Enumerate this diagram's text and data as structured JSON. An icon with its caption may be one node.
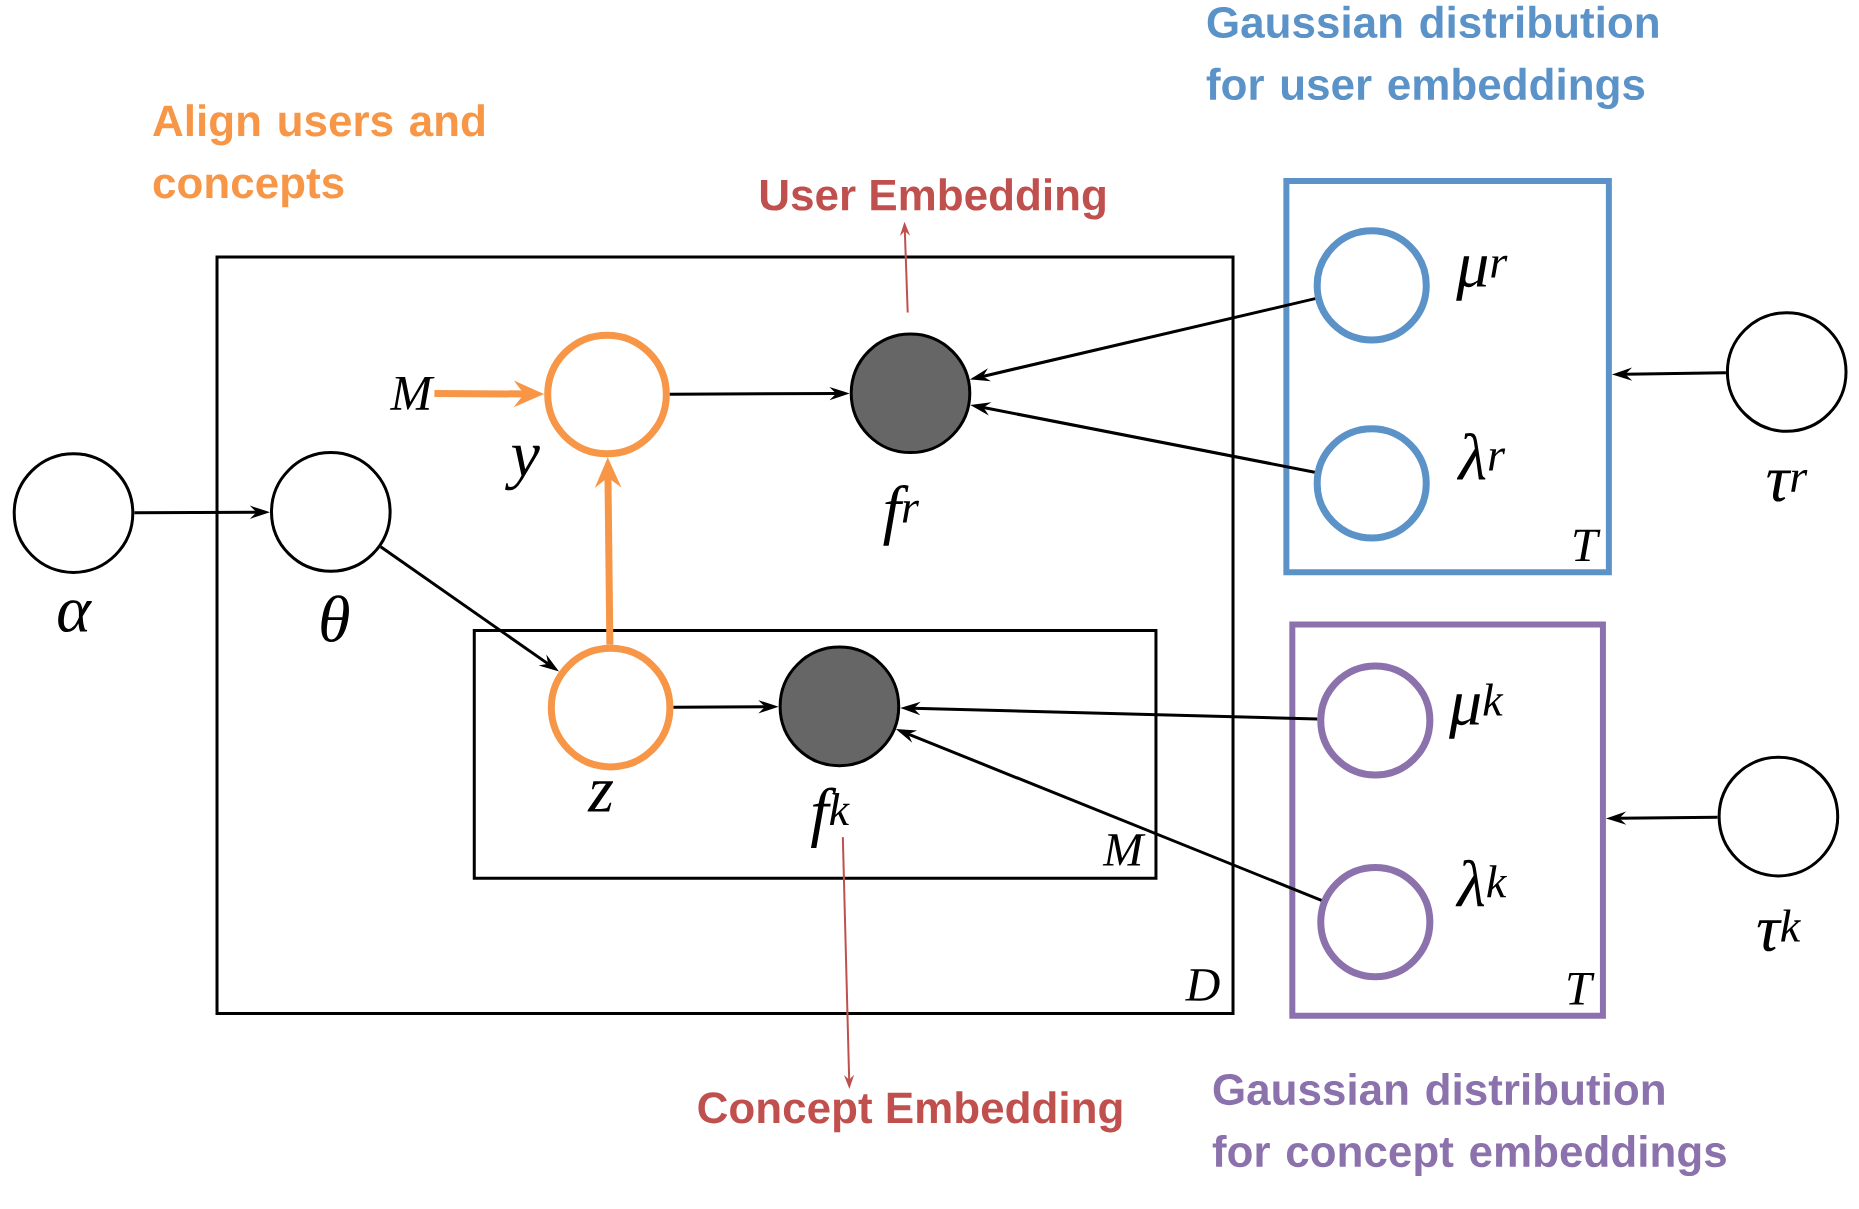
{
  "diagram": {
    "nodes": [
      {
        "text": [
          "D"
        ]
      },
      {
        "text": [
          "M"
        ],
        "in": 0
      },
      {
        "text": [
          "T"
        ]
      },
      {
        "text": [
          "T"
        ]
      },
      {
        "text": [],
        "shape": "circle",
        "beside": [
          "α"
        ]
      },
      {
        "text": [],
        "shape": "circle",
        "beside": [
          "θ"
        ],
        "in": 0
      },
      {
        "text": [
          "M"
        ],
        "in": 0
      },
      {
        "text": [],
        "shape": "circle",
        "beside": [
          "y"
        ],
        "in": 0
      },
      {
        "text": [],
        "shape": "circle",
        "beside": [
          "f$^{r}$"
        ],
        "in": 0
      },
      {
        "text": [],
        "shape": "circle",
        "beside": [
          "z"
        ],
        "in": 1
      },
      {
        "text": [],
        "shape": "circle",
        "beside": [
          "f$^{k}$"
        ],
        "in": 1
      },
      {
        "text": [],
        "shape": "circle",
        "beside": [
          "μ$^{r}$"
        ],
        "in": 2
      },
      {
        "text": [],
        "shape": "circle",
        "beside": [
          "λ$^{r}$"
        ],
        "in": 2
      },
      {
        "text": [],
        "shape": "circle",
        "beside": [
          "μ$^{k}$"
        ],
        "in": 3
      },
      {
        "text": [],
        "shape": "circle",
        "beside": [
          "λ$^{k}$"
        ],
        "in": 3
      },
      {
        "text": [],
        "shape": "circle",
        "beside": [
          "τ$^{r}$"
        ]
      },
      {
        "text": [],
        "shape": "circle",
        "beside": [
          "τ$^{k}$"
        ]
      },
      {
        "text": [
          "User Embedding"
        ]
      },
      {
        "text": [
          "Concept Embedding"
        ]
      }
    ],
    "edges": [
      {
        "from": 4,
        "to": 5,
        "arrow": "to"
      },
      {
        "from": 5,
        "to": 9,
        "arrow": "to"
      },
      {
        "from": 6,
        "to": 7,
        "arrow": "to",
        "style": "thick",
        "color": "#f79646"
      },
      {
        "from": 9,
        "to": 7,
        "arrow": "to",
        "style": "thick",
        "color": "#f79646"
      },
      {
        "from": 7,
        "to": 8,
        "arrow": "to"
      },
      {
        "from": 9,
        "to": 10,
        "arrow": "to"
      },
      {
        "from": 11,
        "to": 8,
        "arrow": "to"
      },
      {
        "from": 12,
        "to": 8,
        "arrow": "to"
      },
      {
        "from": 13,
        "to": 10,
        "arrow": "to"
      },
      {
        "from": 14,
        "to": 10,
        "arrow": "to"
      },
      {
        "from": 15,
        "to": 2,
        "arrow": "to"
      },
      {
        "from": 16,
        "to": 3,
        "arrow": "to"
      },
      {
        "from": 8,
        "to": 17,
        "arrow": "to",
        "color": "#c0504d"
      },
      {
        "from": 10,
        "to": 18,
        "arrow": "to",
        "color": "#c0504d"
      }
    ],
    "labels": [
      "Align users and concepts",
      "Gaussian distribution for user embeddings",
      "Gaussian distribution for concept embeddings"
    ]
  }
}
